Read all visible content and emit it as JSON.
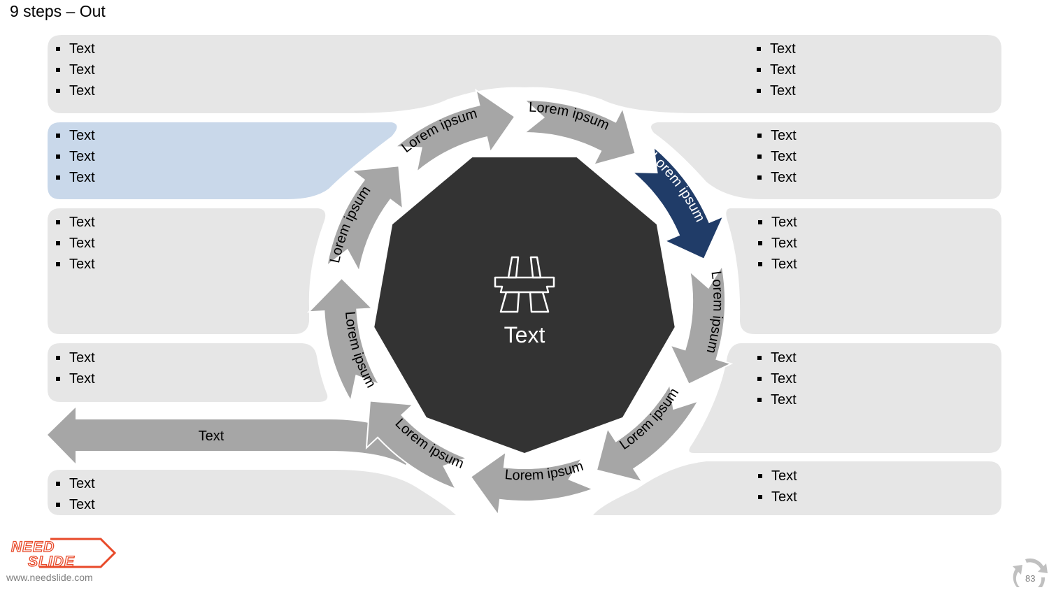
{
  "title": "9 steps – Out",
  "center_label": "Text",
  "center_icon": "motorway-icon",
  "steps": [
    "Lorem ipsum",
    "Lorem ipsum",
    "Lorem ipsum",
    "Lorem ipsum",
    "Lorem ipsum",
    "Lorem ipsum",
    "Lorem ipsum",
    "Lorem ipsum",
    "Lorem ipsum"
  ],
  "out_arrow_label": "Text",
  "panels": {
    "left": [
      [
        "Text",
        "Text",
        "Text"
      ],
      [
        "Text",
        "Text",
        "Text"
      ],
      [
        "Text",
        "Text",
        "Text"
      ],
      [
        "Text",
        "Text"
      ],
      [
        "Text",
        "Text"
      ]
    ],
    "right": [
      [
        "Text",
        "Text",
        "Text"
      ],
      [
        "Text",
        "Text",
        "Text"
      ],
      [
        "Text",
        "Text",
        "Text"
      ],
      [
        "Text",
        "Text",
        "Text"
      ],
      [
        "Text",
        "Text"
      ]
    ]
  },
  "colors": {
    "panel": "#e6e6e6",
    "panel_highlight": "#c9d8ea",
    "arrow": "#a6a6a6",
    "arrow_highlight": "#203c68",
    "center": "#333333"
  },
  "footer": {
    "logo_line1": "NEED",
    "logo_line2": "SLIDE",
    "website": "www.needslide.com",
    "page_number": "83"
  }
}
